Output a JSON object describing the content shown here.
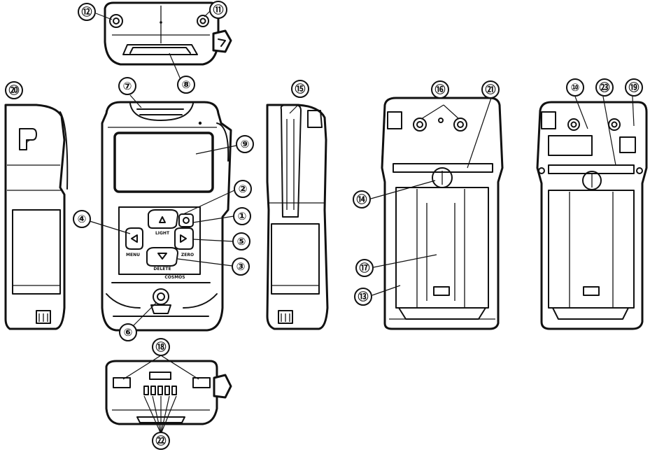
{
  "figure": {
    "callouts": [
      {
        "id": "c1",
        "label": "①"
      },
      {
        "id": "c2",
        "label": "②"
      },
      {
        "id": "c3",
        "label": "③"
      },
      {
        "id": "c4",
        "label": "④"
      },
      {
        "id": "c5",
        "label": "⑤"
      },
      {
        "id": "c6",
        "label": "⑥"
      },
      {
        "id": "c7",
        "label": "⑦"
      },
      {
        "id": "c8",
        "label": "⑧"
      },
      {
        "id": "c9",
        "label": "⑨"
      },
      {
        "id": "c10",
        "label": "⑩"
      },
      {
        "id": "c11",
        "label": "⑪"
      },
      {
        "id": "c12",
        "label": "⑫"
      },
      {
        "id": "c13",
        "label": "⑬"
      },
      {
        "id": "c14",
        "label": "⑭"
      },
      {
        "id": "c15",
        "label": "⑮"
      },
      {
        "id": "c16",
        "label": "⑯"
      },
      {
        "id": "c17",
        "label": "⑰"
      },
      {
        "id": "c18",
        "label": "⑱"
      },
      {
        "id": "c19",
        "label": "⑲"
      },
      {
        "id": "c20",
        "label": "⑳"
      },
      {
        "id": "c21",
        "label": "㉑"
      },
      {
        "id": "c22",
        "label": "㉒"
      },
      {
        "id": "c23",
        "label": "㉓"
      }
    ],
    "device_text": {
      "logo": "COSMOS",
      "key_light": "LIGHT",
      "key_menu": "MENU",
      "key_zero": "ZERO",
      "key_delete": "DELETE",
      "side_letter": "P"
    }
  }
}
